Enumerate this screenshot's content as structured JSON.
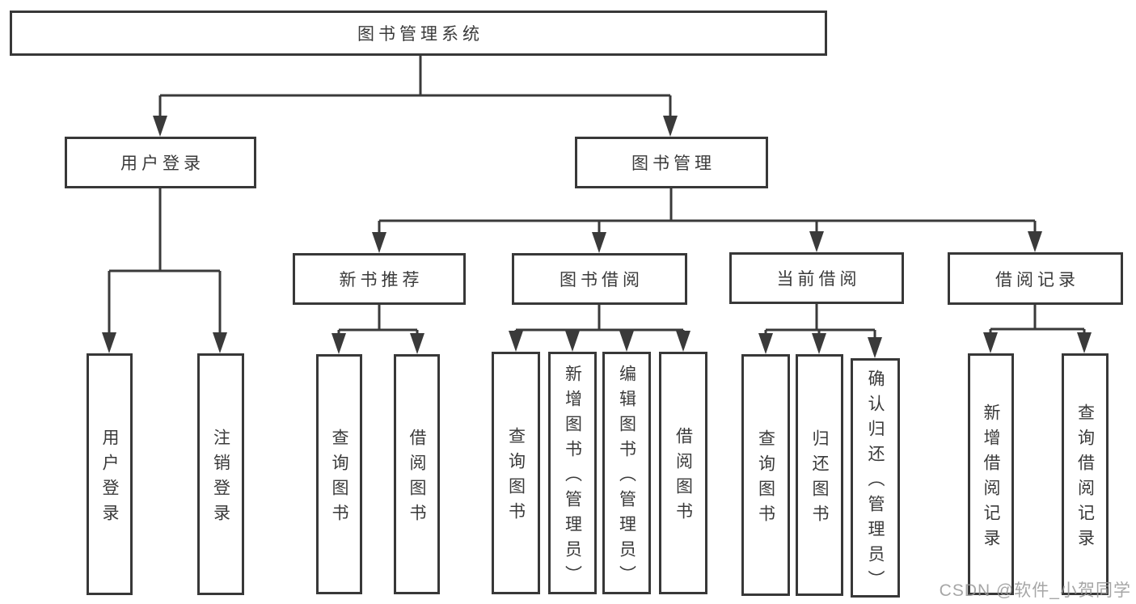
{
  "diagram": {
    "type": "hierarchy-tree",
    "colors": {
      "line": "#3a3a3a",
      "box_border": "#383838",
      "box_fill": "#ffffff",
      "text": "#3a3a3a",
      "watermark": "#969696",
      "background": "#ffffff"
    },
    "watermark": "CSDN @软件_小贺同学"
  },
  "tree": {
    "root": {
      "label": "图书管理系统",
      "children": [
        {
          "label": "用户登录",
          "children": [
            {
              "label": "用户登录"
            },
            {
              "label": "注销登录"
            }
          ]
        },
        {
          "label": "图书管理",
          "children": [
            {
              "label": "新书推荐",
              "children": [
                {
                  "label": "查询图书"
                },
                {
                  "label": "借阅图书"
                }
              ]
            },
            {
              "label": "图书借阅",
              "children": [
                {
                  "label": "查询图书"
                },
                {
                  "label": "新增图书（管理员）"
                },
                {
                  "label": "编辑图书（管理员）"
                },
                {
                  "label": "借阅图书"
                }
              ]
            },
            {
              "label": "当前借阅",
              "children": [
                {
                  "label": "查询图书"
                },
                {
                  "label": "归还图书"
                },
                {
                  "label": "确认归还（管理员）"
                }
              ]
            },
            {
              "label": "借阅记录",
              "children": [
                {
                  "label": "新增借阅记录"
                },
                {
                  "label": "查询借阅记录"
                }
              ]
            }
          ]
        }
      ]
    }
  }
}
